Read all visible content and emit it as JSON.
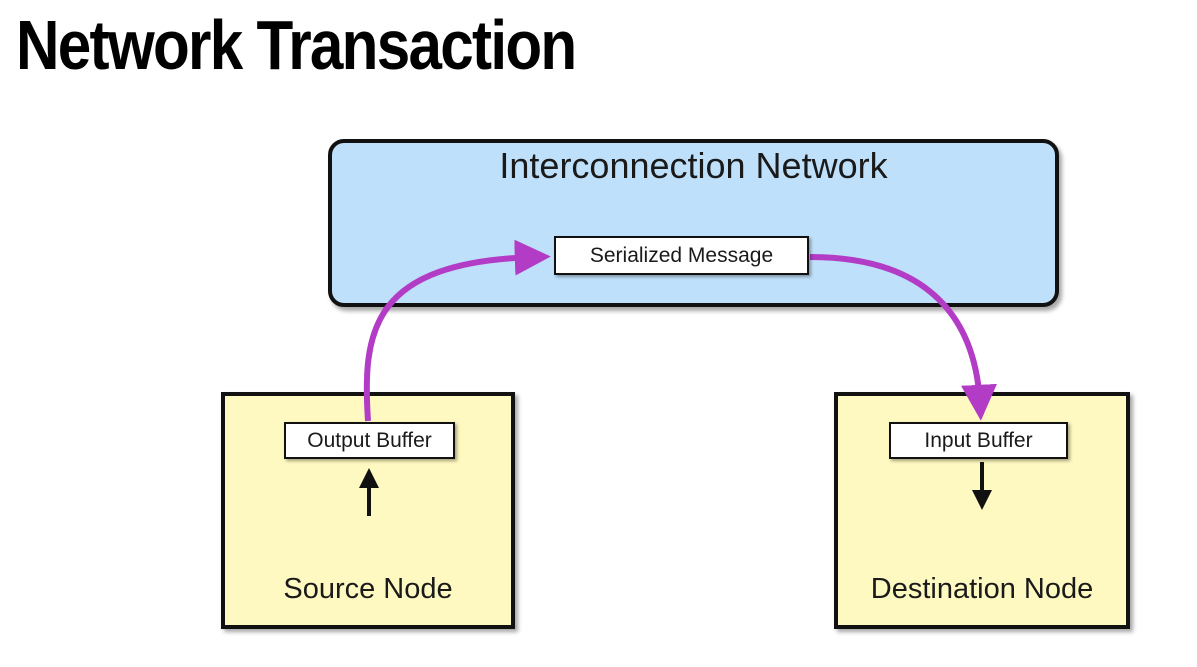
{
  "title": "Network Transaction",
  "network": {
    "label": "Interconnection Network",
    "message_label": "Serialized Message"
  },
  "source_node": {
    "label": "Source Node",
    "buffer_label": "Output Buffer"
  },
  "destination_node": {
    "label": "Destination Node",
    "buffer_label": "Input Buffer"
  },
  "colors": {
    "network_fill": "#bfe0fb",
    "node_fill": "#fef9c0",
    "flow_arrow": "#b23cc6",
    "outline": "#111111"
  }
}
